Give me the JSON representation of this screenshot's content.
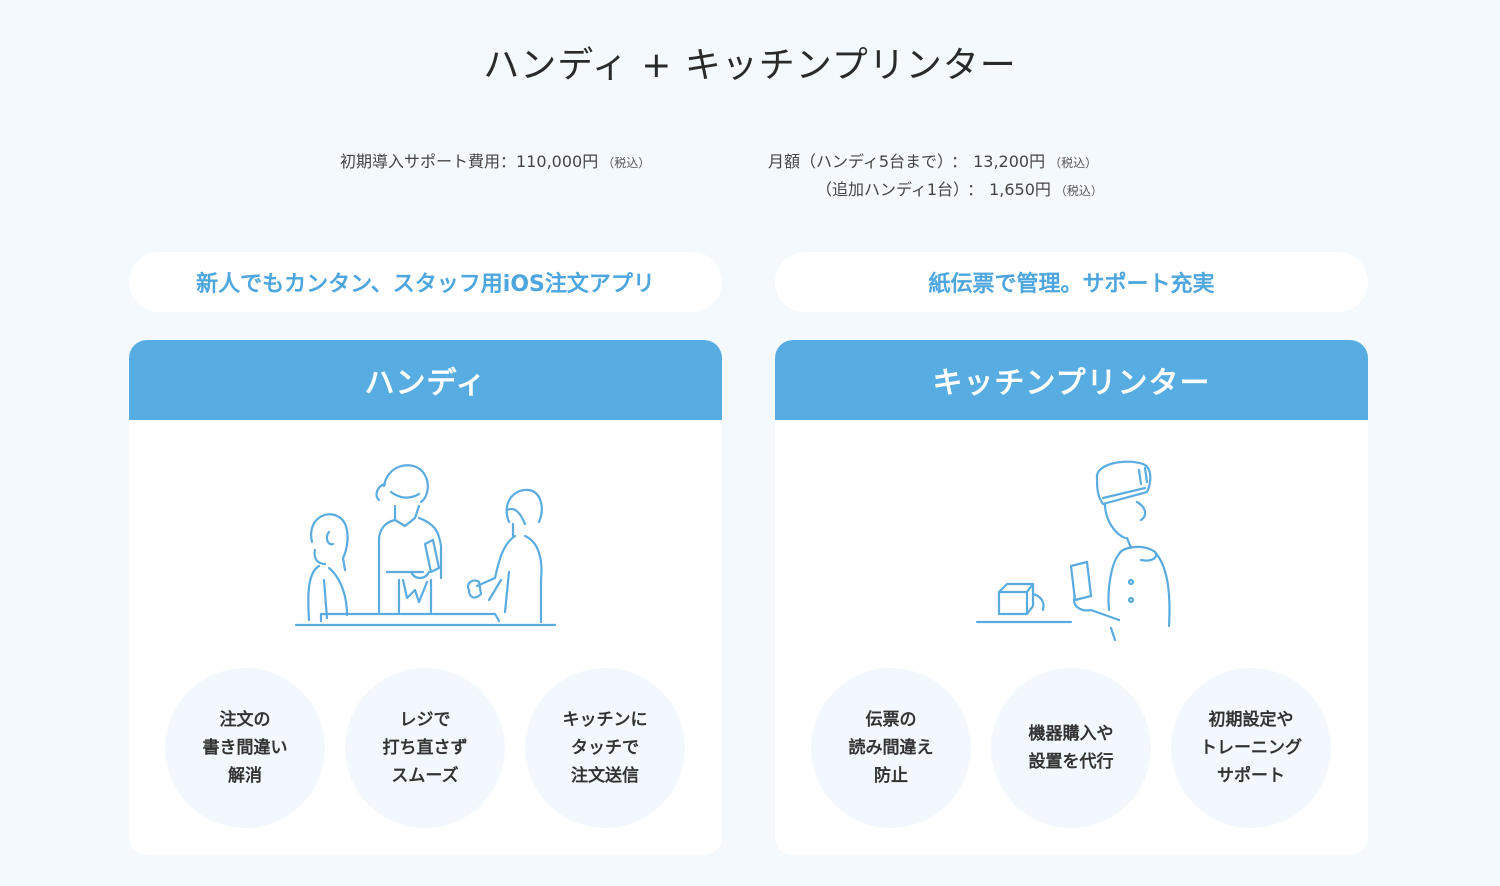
{
  "title": "ハンディ + キッチンプリンター",
  "pricing": {
    "initial": {
      "label": "初期導入サポート費用",
      "sep": "：",
      "amount": "110,000円",
      "tax": "（税込）"
    },
    "monthly": {
      "label": "月額（ハンディ5台まで）",
      "sep": "：",
      "amount": "13,200円",
      "tax": "（税込）"
    },
    "extra": {
      "label": "（追加ハンディ1台）",
      "sep": "：",
      "amount": "1,650円",
      "tax": "（税込）"
    }
  },
  "cards": [
    {
      "tagline": "新人でもカンタン、スタッフ用iOS注文アプリ",
      "header": "ハンディ",
      "illustration": "waitress-taking-order-illustration",
      "features": [
        {
          "lines": [
            "注文の",
            "書き間違い",
            "解消"
          ]
        },
        {
          "lines": [
            "レジで",
            "打ち直さず",
            "スムーズ"
          ]
        },
        {
          "lines": [
            "キッチンに",
            "タッチで",
            "注文送信"
          ]
        }
      ]
    },
    {
      "tagline": "紙伝票で管理。サポート充実",
      "header": "キッチンプリンター",
      "illustration": "chef-reading-ticket-illustration",
      "features": [
        {
          "lines": [
            "伝票の",
            "読み間違え",
            "防止"
          ]
        },
        {
          "lines": [
            "機器購入や",
            "設置を代行"
          ]
        },
        {
          "lines": [
            "初期設定や",
            "トレーニング",
            "サポート"
          ]
        }
      ]
    }
  ],
  "colors": {
    "accent": "#57ade2",
    "tagline_text": "#4da6dd",
    "page_bg": "#f4f9fe",
    "circle_bg": "#f2f8fd",
    "card_bg": "#ffffff"
  }
}
